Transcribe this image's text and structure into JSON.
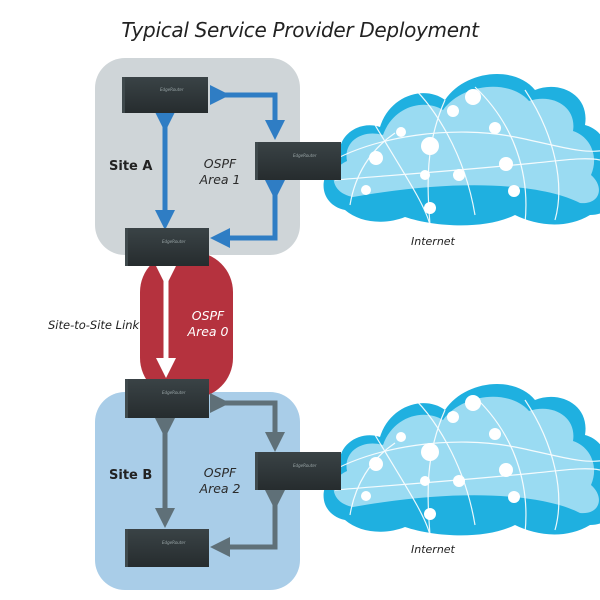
{
  "title": "Typical Service Provider Deployment",
  "site_a": {
    "label": "Site A",
    "area_line1": "OSPF",
    "area_line2": "Area 1",
    "color": "#cfd5d8",
    "arrow_color": "#2f7dc4"
  },
  "area0": {
    "line1": "OSPF",
    "line2": "Area 0",
    "color": "#b5323e",
    "arrow_color": "#ffffff"
  },
  "site_b": {
    "label": "Site B",
    "area_line1": "OSPF",
    "area_line2": "Area 2",
    "color": "#a9cde8",
    "arrow_color": "#5f7078"
  },
  "link_label": "Site-to-Site Link",
  "internet_top": "Internet",
  "internet_bottom": "Internet",
  "router_brand": "EdgeRouter",
  "colors": {
    "router": "#2e3538",
    "cloud_dark": "#1fb0e0",
    "cloud_light": "#9adbf2"
  }
}
